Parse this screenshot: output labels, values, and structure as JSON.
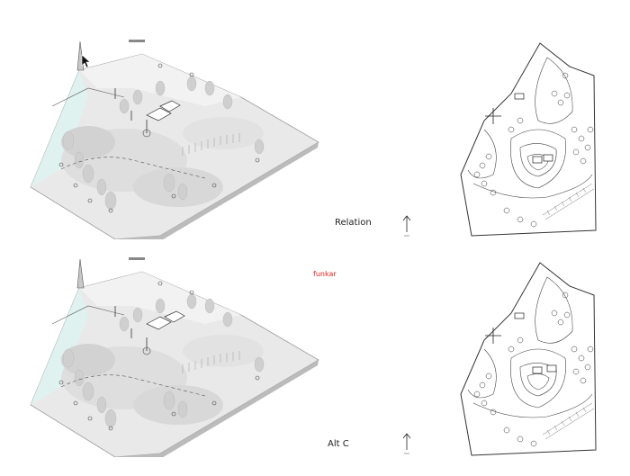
{
  "labels": {
    "top_option": "Relation",
    "bottom_option": "Alt C",
    "note": "funkar"
  },
  "colors": {
    "note": "#e02020",
    "terrain": "#e6e6e6",
    "water": "#dff2f0",
    "ink": "#333333"
  },
  "icons": {
    "north_arrow": "north-arrow-icon",
    "cursor": "cursor-arrow-icon"
  }
}
